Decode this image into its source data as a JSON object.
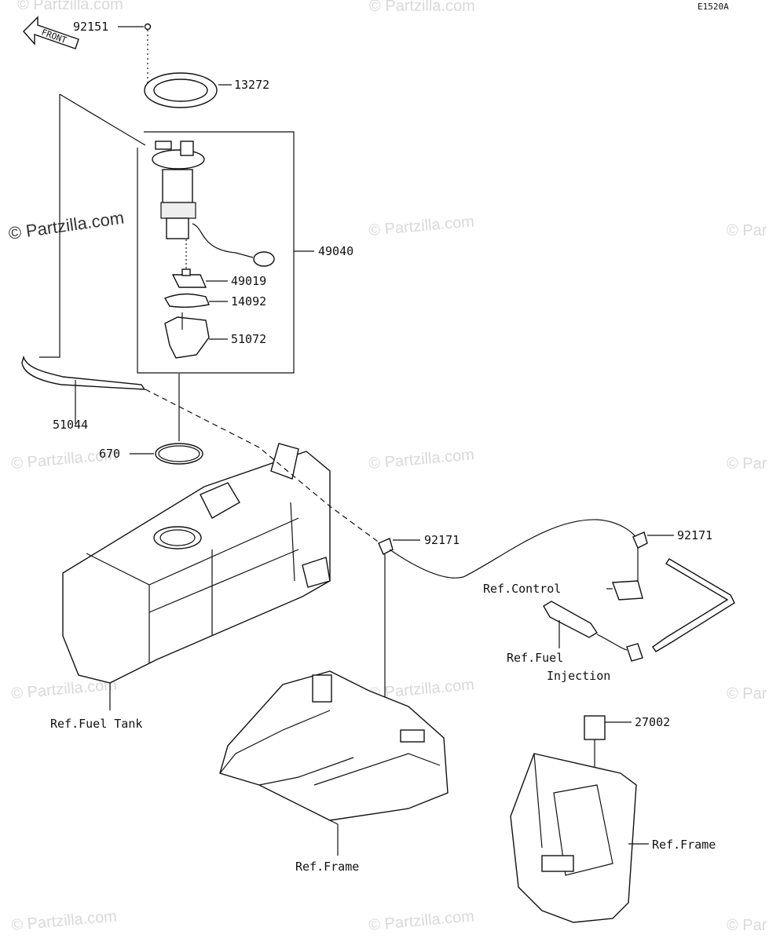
{
  "diagram_code": "E1520A",
  "front_label": "FRONT",
  "watermark": "© Partzilla.com",
  "watermark_partial": "© Par",
  "labels": {
    "p92151": "92151",
    "p13272": "13272",
    "p49040": "49040",
    "p49019": "49019",
    "p14092": "14092",
    "p51072": "51072",
    "p51044": "51044",
    "p670": "670",
    "p92171a": "92171",
    "p92171b": "92171",
    "p27002": "27002",
    "ref_control": "Ref.Control",
    "ref_fuel_line1": "Ref.Fuel",
    "ref_fuel_line2": "Injection",
    "ref_fuel_tank": "Ref.Fuel Tank",
    "ref_frame_center": "Ref.Frame",
    "ref_frame_right": "Ref.Frame"
  }
}
